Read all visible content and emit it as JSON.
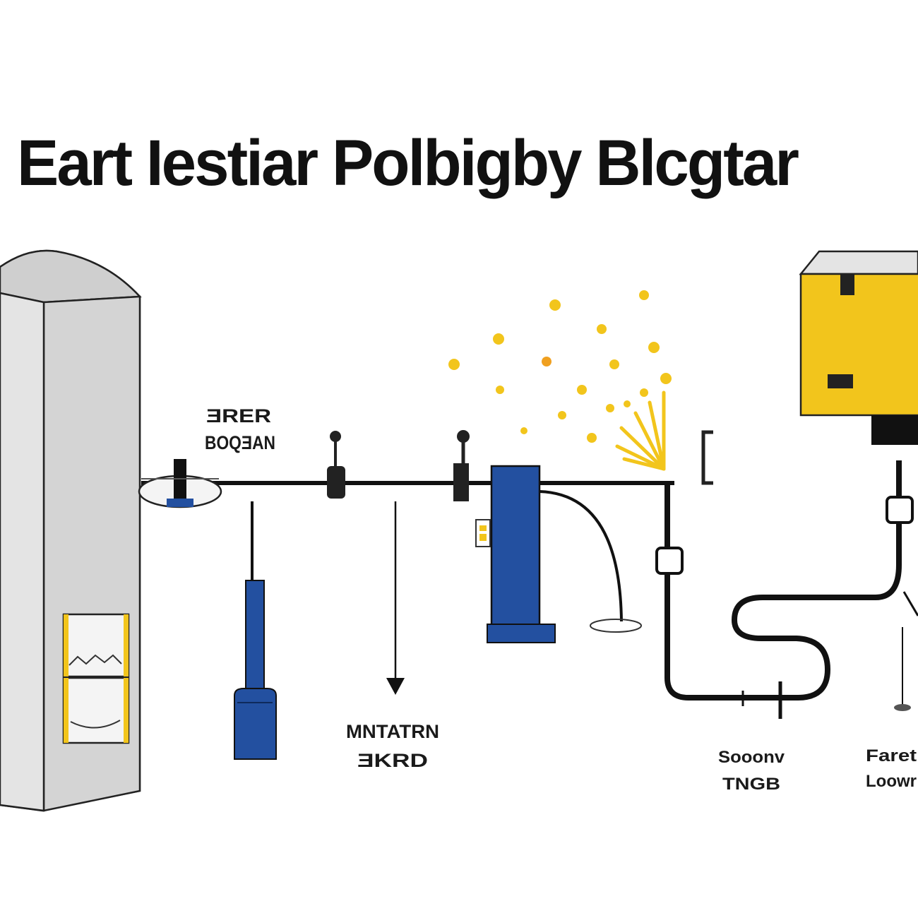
{
  "title": "Eart Iestiar Polbigby Blcgtar",
  "labels": {
    "valve_label": [
      "ƎRER",
      "BOQƎAN"
    ],
    "arrow_label": [
      "MNTATRN",
      "ƎKRD"
    ],
    "pump_label": [
      "Sooonv",
      "TNGB"
    ],
    "right_label": [
      "Faret",
      "Loowr"
    ]
  },
  "colors": {
    "cabinet_fill": "#d9d9d9",
    "cabinet_side": "#ebebeb",
    "accent_yellow": "#f2c51c",
    "accent_blue": "#2350a0",
    "pipe_black": "#111111",
    "spark_orange": "#f0a020"
  },
  "icons": [
    "furnace-cabinet-icon",
    "valve-icon",
    "blue-tank-icon",
    "spark-icon",
    "yellow-control-box-icon",
    "gauge-icon"
  ]
}
